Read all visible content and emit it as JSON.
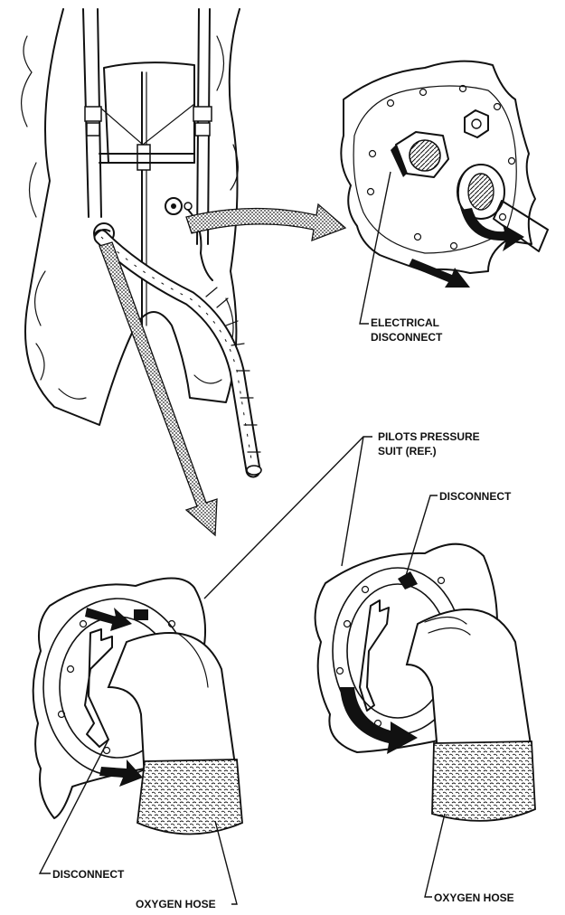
{
  "labels": {
    "electrical_disconnect_1": "ELECTRICAL",
    "electrical_disconnect_2": "DISCONNECT",
    "pressure_suit_1": "PILOTS PRESSURE",
    "pressure_suit_2": "SUIT (REF.)",
    "disconnect_left": "DISCONNECT",
    "disconnect_right": "DISCONNECT",
    "oxygen_hose_left": "OXYGEN HOSE",
    "oxygen_hose_right": "OXYGEN HOSE"
  },
  "colors": {
    "ink": "#111111",
    "paper": "#ffffff",
    "screen": "#7a7a7a"
  }
}
